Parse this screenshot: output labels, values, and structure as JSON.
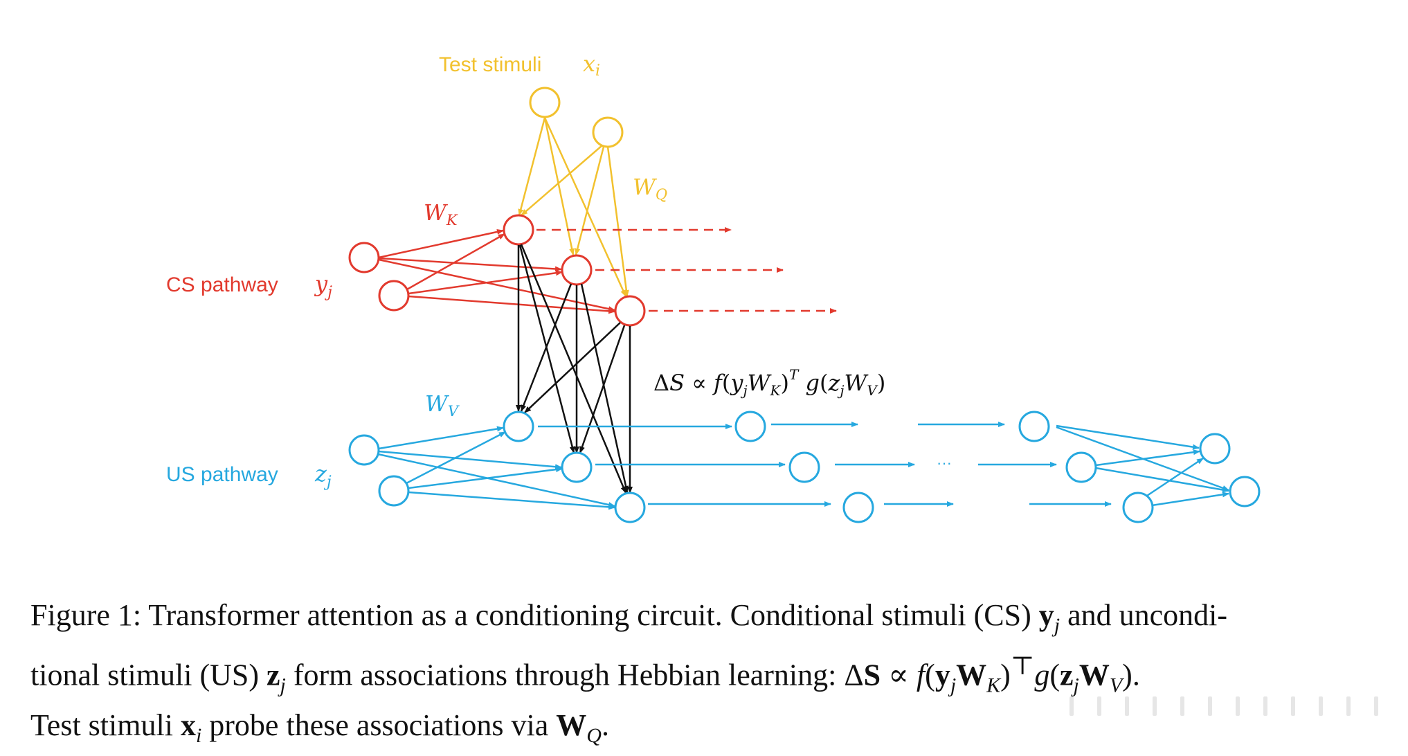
{
  "colors": {
    "test": "#f2c12e",
    "cs": "#e23a2e",
    "us": "#26a8df",
    "link": "#111111",
    "text": "#111111"
  },
  "labels": {
    "test_stimuli": "Test stimuli",
    "test_var": "xi",
    "wq": "WQ",
    "wk": "WK",
    "wv": "WV",
    "cs_pathway": "CS pathway",
    "cs_var": "yj",
    "us_pathway": "US pathway",
    "us_var": "zj",
    "equation": "ΔS ∝ f(yjWK)T g(zjWV)",
    "ellipsis": "···"
  },
  "caption": {
    "line1": "Figure 1: Transformer attention as a conditioning circuit. Conditional stimuli (CS) yj and uncondi-",
    "line2": "tional stimuli (US) zj form associations through Hebbian learning: ΔS ∝ f(yjWK)⊤g(zjWV).",
    "line3": "Test stimuli xi probe these associations via WQ."
  }
}
